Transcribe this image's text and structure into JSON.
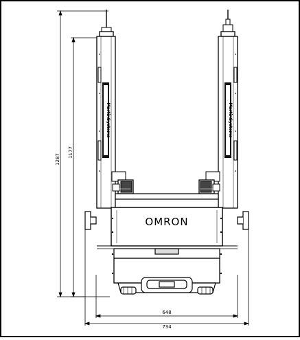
{
  "drawing": {
    "brand_logo": "OMRON",
    "column_branding": "MartinSystems",
    "dimensions": {
      "overall_height": "1287",
      "mast_height": "1177",
      "inner_width": "648",
      "overall_width": "734"
    }
  }
}
